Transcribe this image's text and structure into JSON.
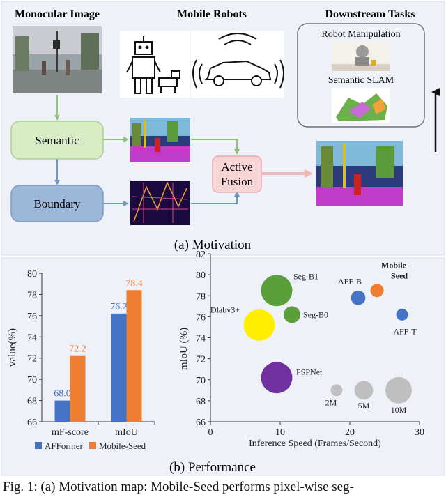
{
  "motivation": {
    "titles": {
      "monocular": "Monocular Image",
      "robots": "Mobile Robots",
      "downstream": "Downstream Tasks"
    },
    "tasks": {
      "manipulation": "Robot Manipulation",
      "slam": "Semantic SLAM"
    },
    "nodes": {
      "semantic": "Semantic",
      "boundary": "Boundary",
      "fusion_line1": "Active",
      "fusion_line2": "Fusion"
    },
    "caption": "(a) Motivation",
    "colors": {
      "panel_bg": "#eef2f8",
      "semantic_box": "#d8ecc6",
      "boundary_box": "#9db7d9",
      "fusion_box": "#f7d4d6",
      "semantic_arrow": "#8fc27a",
      "boundary_arrow": "#6f97c2",
      "fusion_arrow": "#f2b6b9"
    }
  },
  "chart_data": [
    {
      "type": "bar",
      "categories": [
        "mF-score",
        "mIoU"
      ],
      "series": [
        {
          "name": "AFFormer",
          "values": [
            68.0,
            76.2
          ],
          "color": "#4472c4"
        },
        {
          "name": "Mobile-Seed",
          "values": [
            72.2,
            78.4
          ],
          "color": "#ed7d31"
        }
      ],
      "data_labels": [
        [
          "68.0",
          "76.2"
        ],
        [
          "72.2",
          "78.4"
        ]
      ],
      "ylabel": "value(%)",
      "ylim": [
        66,
        80
      ],
      "yticks": [
        66,
        68,
        70,
        72,
        74,
        76,
        78,
        80
      ],
      "legend": "bottom",
      "grid": false
    },
    {
      "type": "scatter",
      "xlabel": "Inference Speed (Frames/Second)",
      "ylabel": "mIoU (%)",
      "xlim": [
        0,
        30
      ],
      "ylim": [
        66,
        82
      ],
      "xticks": [
        0,
        10,
        20,
        30
      ],
      "yticks": [
        66,
        68,
        70,
        72,
        74,
        76,
        78,
        80,
        82
      ],
      "grid": false,
      "points": [
        {
          "label": "Seg-B1",
          "x": 9.5,
          "y": 78.5,
          "size_m": 14,
          "color": "#5aa03a"
        },
        {
          "label": "Seg-B0",
          "x": 11.7,
          "y": 76.2,
          "size_m": 4,
          "color": "#5aa03a"
        },
        {
          "label": "Dlabv3+",
          "x": 7.0,
          "y": 75.2,
          "size_m": 14,
          "color": "#ffee00"
        },
        {
          "label": "PSPNet",
          "x": 9.5,
          "y": 70.2,
          "size_m": 14,
          "color": "#7030a0"
        },
        {
          "label": "AFF-B",
          "x": 21.2,
          "y": 77.8,
          "size_m": 3,
          "color": "#4472c4"
        },
        {
          "label": "Mobile-Seed",
          "x": 23.9,
          "y": 78.5,
          "size_m": 2.5,
          "color": "#ed7d31"
        },
        {
          "label": "AFF-T",
          "x": 27.5,
          "y": 76.2,
          "size_m": 2,
          "color": "#4472c4"
        }
      ],
      "size_legend": [
        {
          "label": "2M",
          "x": 18.1,
          "y": 69.0,
          "color": "#bfbfbf"
        },
        {
          "label": "5M",
          "x": 22.0,
          "y": 69.0,
          "color": "#bfbfbf"
        },
        {
          "label": "10M",
          "x": 27.0,
          "y": 69.0,
          "color": "#bfbfbf"
        }
      ]
    }
  ],
  "performance": {
    "caption": "(b) Performance"
  },
  "figure_caption": {
    "text": "Fig. 1: (a) Motivation map: Mobile-Seed performs pixel-wise seg-"
  }
}
